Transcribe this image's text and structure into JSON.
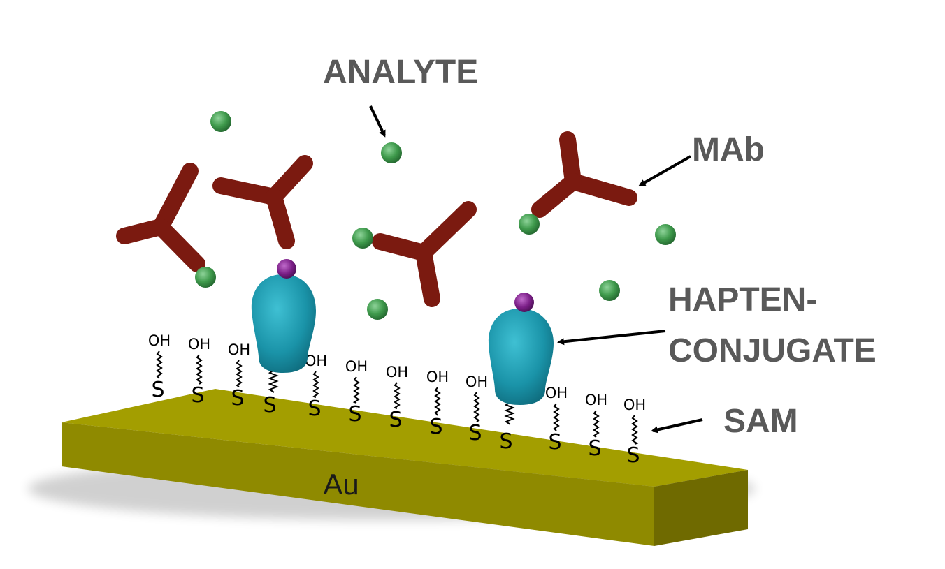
{
  "labels": {
    "analyte": "ANALYTE",
    "mab": "MAb",
    "hapten_line1": "HAPTEN-",
    "hapten_line2": "CONJUGATE",
    "sam": "SAM",
    "au": "Au"
  },
  "chain_text": {
    "hydroxyl": "OH",
    "sulfur": "S"
  },
  "colors": {
    "gold_top": "#a39e00",
    "gold_front": "#8f8a00",
    "gold_side": "#6f6a00",
    "antibody": "#7b1a10",
    "analyte": "#3f9a4c",
    "conjugate": "#1a93a8",
    "hapten": "#7a1e86",
    "label_text": "#595959"
  }
}
